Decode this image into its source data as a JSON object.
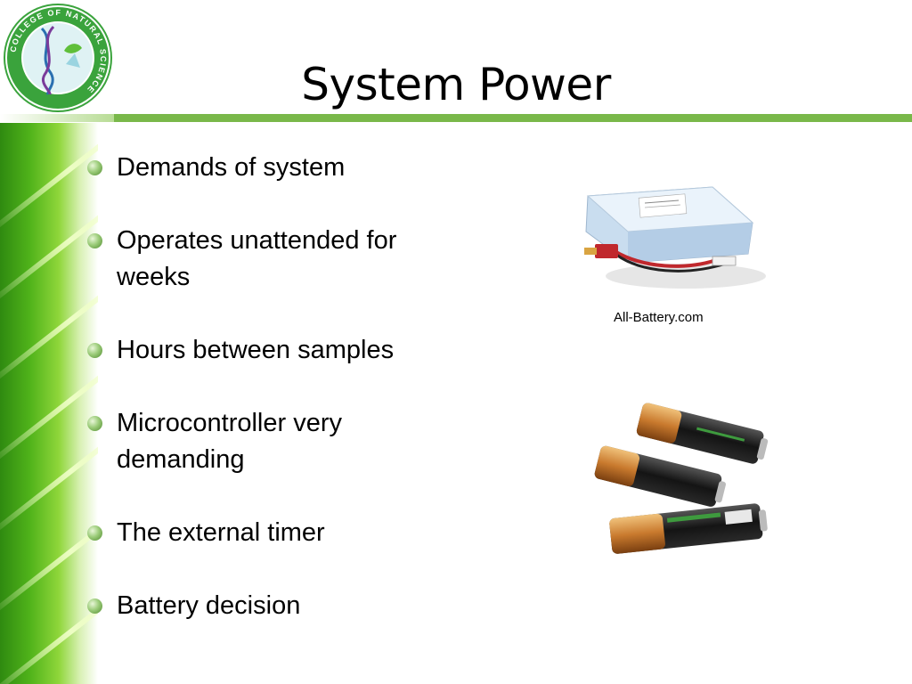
{
  "slide": {
    "title": "System Power",
    "bullets": [
      {
        "text": "Demands of system"
      },
      {
        "text": "Operates unattended for weeks"
      },
      {
        "text": "Hours between samples"
      },
      {
        "text": "Microcontroller very demanding"
      },
      {
        "text": "The external timer"
      },
      {
        "text": "Battery decision"
      }
    ],
    "image_caption": "All-Battery.com",
    "logo_text": "COLLEGE OF NATURAL SCIENCE",
    "colors": {
      "accent_green": "#79b84a",
      "band_green": "#4fb21a"
    }
  }
}
